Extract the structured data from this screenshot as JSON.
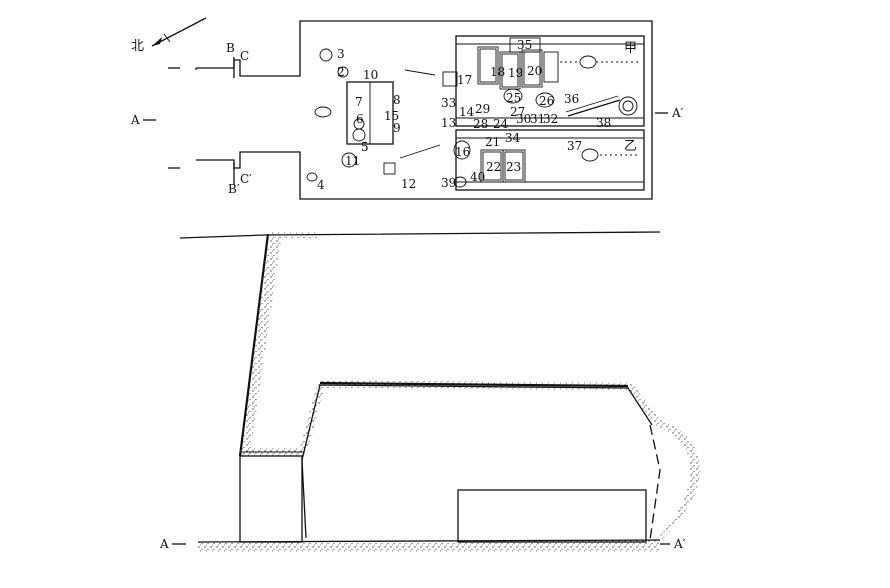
{
  "plan": {
    "north_label": "北",
    "section_a_left": "A",
    "section_a_right": "A′",
    "section_b_top": "B",
    "section_c_top": "C",
    "section_c_bottom": "C′",
    "section_b_bottom": "B′",
    "coffin_jia": "甲",
    "coffin_yi": "乙",
    "item_numbers": [
      "2",
      "3",
      "4",
      "5",
      "6",
      "7",
      "8",
      "9",
      "10",
      "11",
      "12",
      "13",
      "14",
      "15",
      "16",
      "17",
      "18",
      "19",
      "20",
      "21",
      "22",
      "23",
      "24",
      "25",
      "26",
      "27",
      "28",
      "29",
      "30",
      "31",
      "32",
      "33",
      "34",
      "35",
      "36",
      "37",
      "38",
      "39",
      "40"
    ]
  },
  "section": {
    "label_left": "A",
    "label_right": "A′"
  },
  "colors": {
    "ink": "#111111",
    "paper": "#ffffff",
    "fill_stipple": "#444444"
  }
}
